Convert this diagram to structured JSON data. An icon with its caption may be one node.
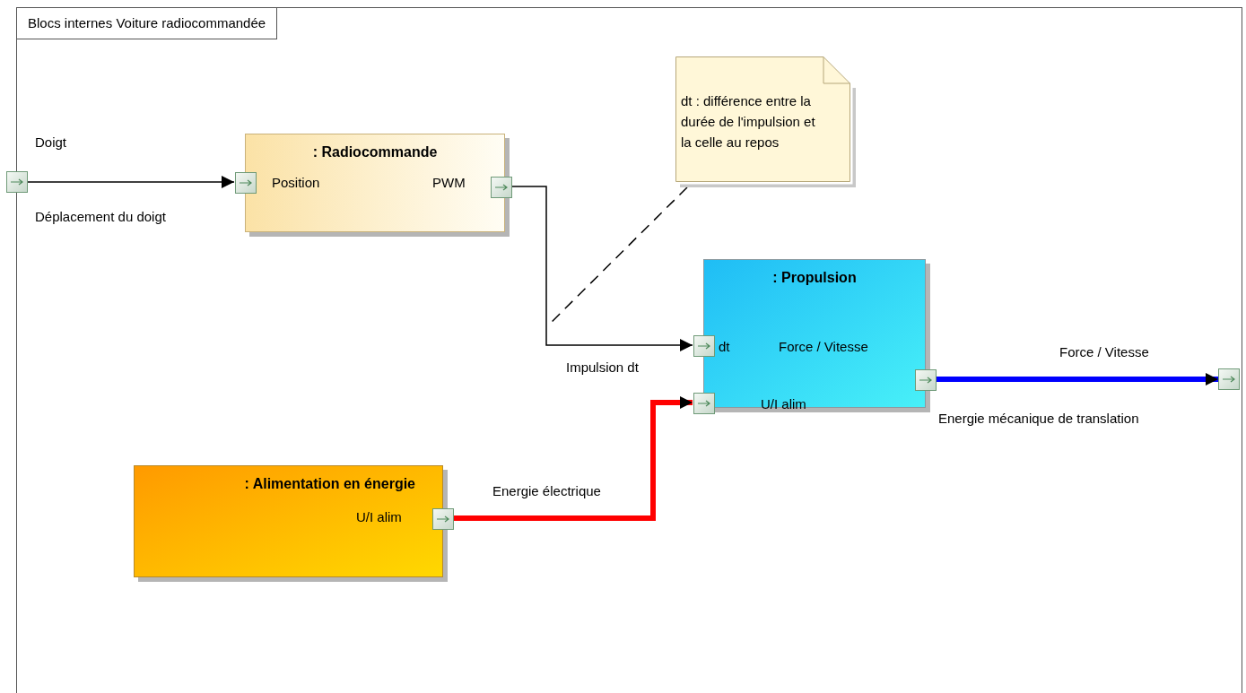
{
  "diagram": {
    "nodes": [
      {
        "text": [
          "Blocs internes Voiture radiocommandée"
        ]
      },
      {
        "text": [],
        "shape": "box",
        "in": 0
      },
      {
        "text": [
          ": Radiocommande",
          "Position",
          "PWM"
        ],
        "in": 0
      },
      {
        "text": [],
        "shape": "box",
        "in": 2
      },
      {
        "text": [],
        "shape": "box",
        "in": 2
      },
      {
        "text": [
          "dt : différence entre la durée de l'impulsion et la celle au repos"
        ],
        "in": 0
      },
      {
        "text": [
          ": Propulsion",
          "dt",
          "Force / Vitesse",
          "U/I alim"
        ],
        "in": 0
      },
      {
        "text": [],
        "shape": "box",
        "in": 6
      },
      {
        "text": [],
        "shape": "box",
        "in": 6
      },
      {
        "text": [],
        "shape": "box",
        "in": 6
      },
      {
        "text": [],
        "shape": "box",
        "in": 0
      },
      {
        "text": [
          ": Alimentation en énergie",
          "U/I alim"
        ],
        "in": 0
      },
      {
        "text": [],
        "shape": "box",
        "in": 11
      }
    ],
    "edges": [
      {
        "from": 1,
        "to": 3,
        "arrow": "to",
        "label": "Déplacement du doigt"
      },
      {
        "from": 4,
        "to": 7,
        "arrow": "to",
        "label": "Impulsion dt"
      },
      {
        "from": 12,
        "to": 8,
        "arrow": "to",
        "label": "Energie électrique",
        "style": "thick",
        "color": "#ff0000"
      },
      {
        "from": 9,
        "to": 10,
        "arrow": "to",
        "label": "Energie mécanique de translation",
        "style": "thick",
        "color": "#0000ff"
      },
      {
        "from": 5,
        "to": null,
        "arrow": "none",
        "style": "dashed"
      }
    ],
    "labels": [
      "Doigt",
      "Force / Vitesse"
    ]
  }
}
